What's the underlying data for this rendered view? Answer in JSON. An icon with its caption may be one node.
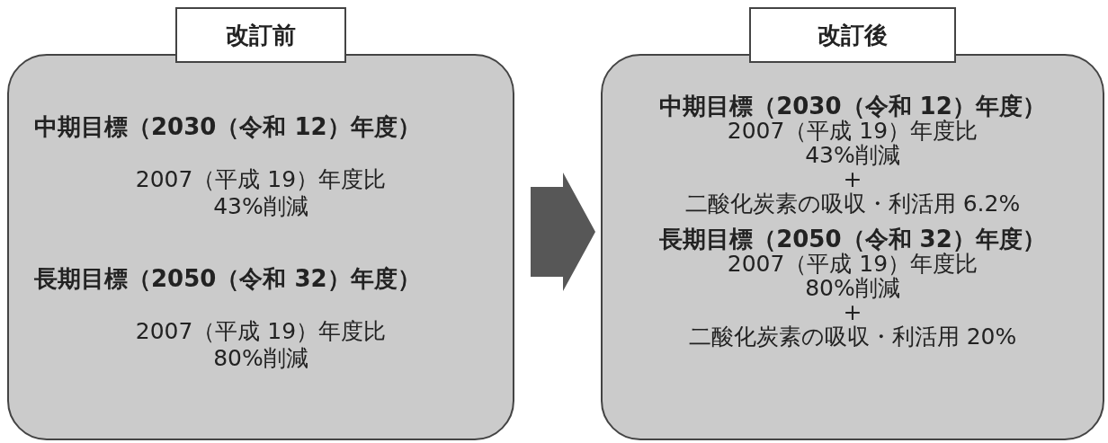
{
  "diagram": {
    "nodes": [
      {
        "text": [
          "改訂前",
          "中期目標（2030（令和 12）年度）",
          "2007（平成 19）年度比",
          "43%削減",
          "長期目標（2050（令和 32）年度）",
          "2007（平成 19）年度比",
          "80%削減"
        ]
      },
      {
        "text": [
          "改訂後",
          "中期目標（2030（令和 12）年度）",
          "2007（平成 19）年度比",
          "43%削減",
          "+",
          "二酸化炭素の吸収・利活用 6.2%",
          "長期目標（2050（令和 32）年度）",
          "2007（平成 19）年度比",
          "80%削減",
          "+",
          "二酸化炭素の吸収・利活用 20%"
        ]
      }
    ],
    "edges": [
      {
        "from": 0,
        "to": 1,
        "arrow": "to",
        "style": "thick"
      }
    ]
  }
}
